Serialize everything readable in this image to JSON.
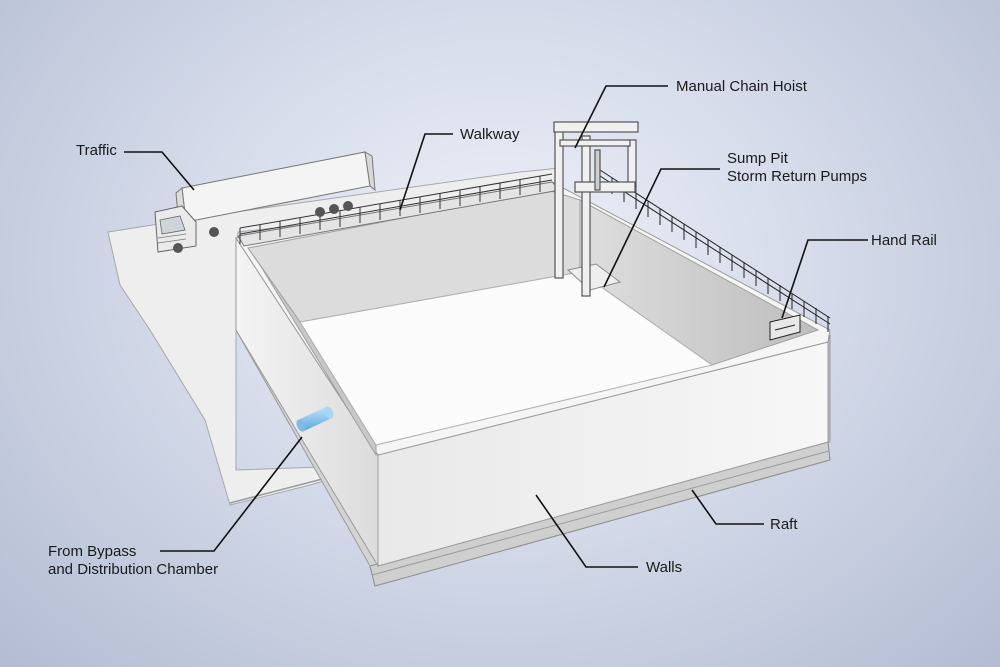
{
  "labels": {
    "traffic": "Traffic",
    "walkway": "Walkway",
    "manual_chain_hoist": "Manual Chain Hoist",
    "sump_pit": "Sump Pit",
    "storm_return_pumps": "Storm Return Pumps",
    "hand_rail": "Hand Rail",
    "raft": "Raft",
    "walls": "Walls",
    "from_bypass": "From Bypass",
    "distribution_chamber": "and Distribution Chamber"
  },
  "colors": {
    "background": "#c9d0e2",
    "wall": "#f2f2f2",
    "floor": "#ffffff",
    "pipe": "#8ec9ee",
    "leader_line": "#111111"
  }
}
